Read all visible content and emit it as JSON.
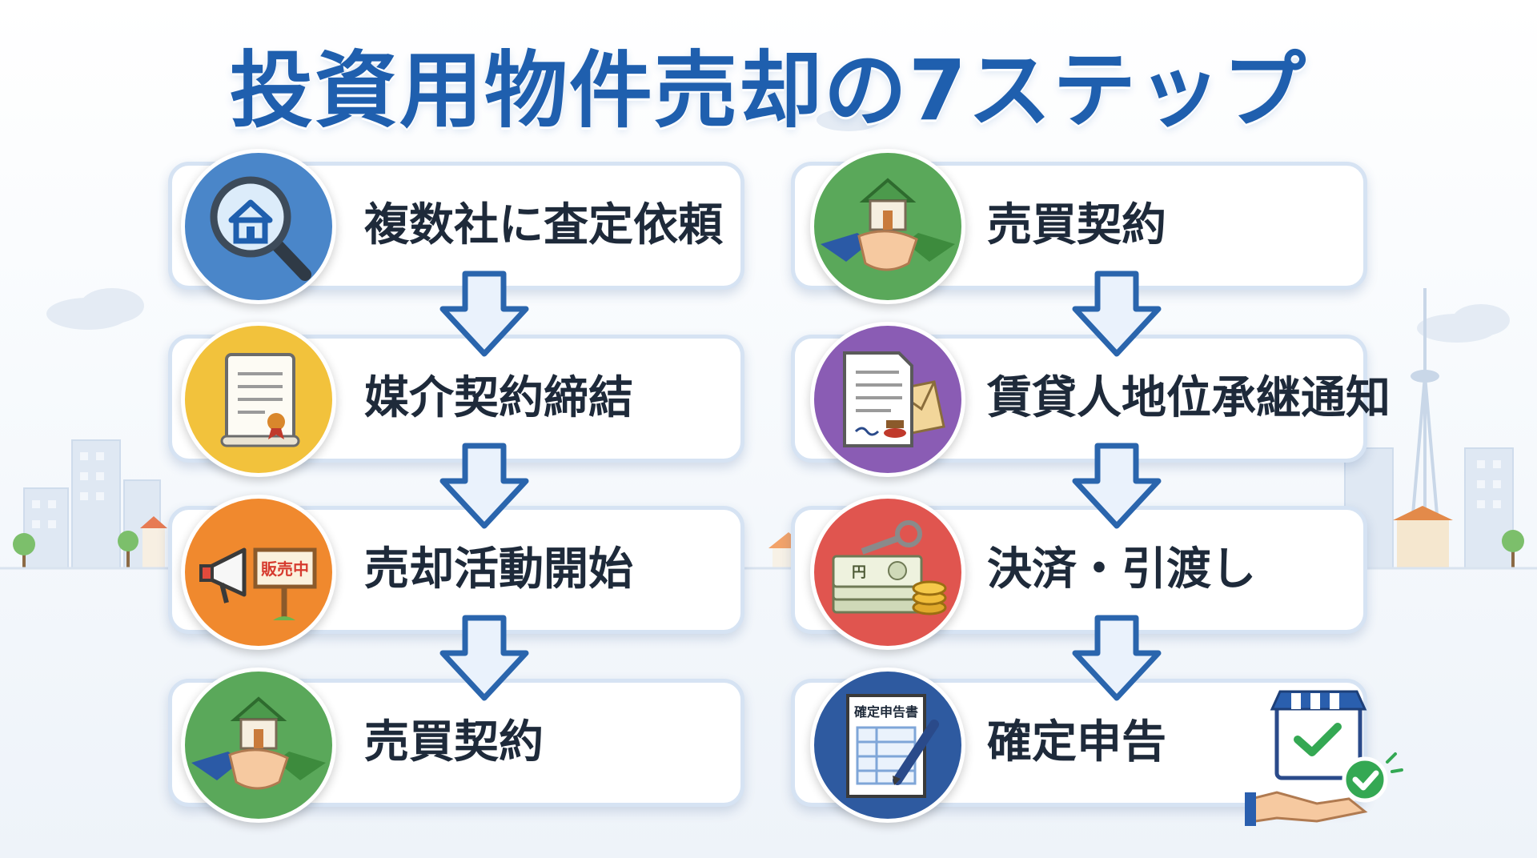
{
  "title": "投資用物件売却の7ステップ",
  "left_steps": [
    {
      "label": "複数社に査定依頼",
      "icon": "magnifier-house-icon",
      "color": "#4a86c9"
    },
    {
      "label": "媒介契約締結",
      "icon": "contract-scroll-icon",
      "color": "#f2c23c"
    },
    {
      "label": "売却活動開始",
      "icon": "megaphone-sign-icon",
      "color": "#f0892e",
      "sign_text": "販売中"
    },
    {
      "label": "売買契約",
      "icon": "handshake-house-icon",
      "color": "#5aa85a"
    }
  ],
  "right_steps": [
    {
      "label": "売買契約",
      "icon": "handshake-house-icon",
      "color": "#5aa85a"
    },
    {
      "label": "賃貸人地位承継通知",
      "icon": "document-envelope-icon",
      "color": "#8a5cb4"
    },
    {
      "label": "決済・引渡し",
      "icon": "money-key-icon",
      "color": "#e0554f",
      "bill_text": "円"
    },
    {
      "label": "確定申告",
      "icon": "tax-form-pen-icon",
      "color": "#2e5aa0",
      "form_title": "確定申告書"
    }
  ],
  "colors": {
    "title": "#1f5fae",
    "arrow_fill": "#eaf2fc",
    "arrow_stroke": "#2a65ad",
    "card_border": "#d6e3f3"
  }
}
